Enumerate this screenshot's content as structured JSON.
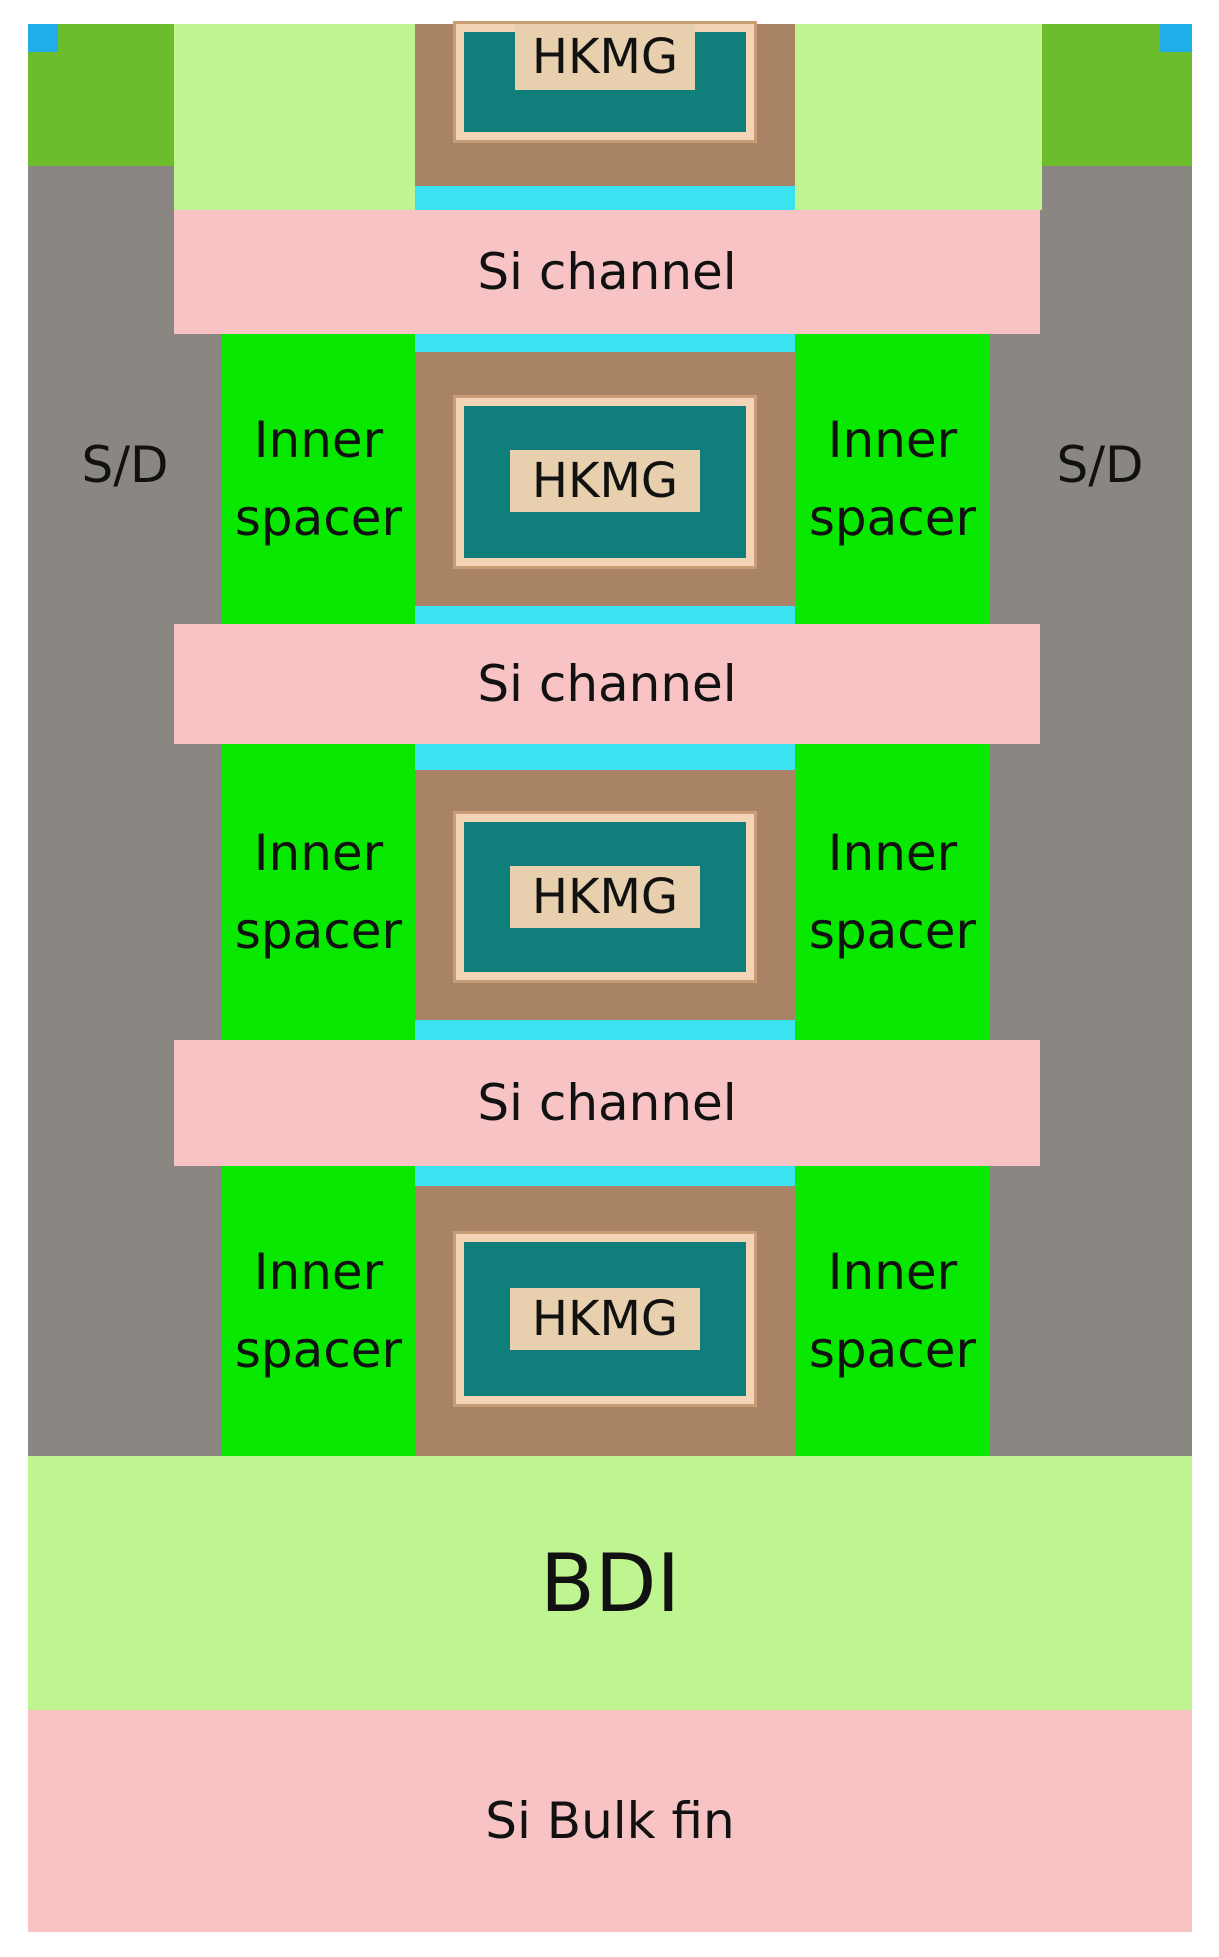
{
  "labels": {
    "hkmg": "HKMG",
    "si_channel": "Si channel",
    "inner_spacer_line1": "Inner",
    "inner_spacer_line2": "spacer",
    "sd": "S/D",
    "bdi": "BDI",
    "si_bulk_fin": "Si Bulk fin"
  },
  "colors": {
    "source_drain": "#8a8782",
    "top_contact": "#6bbd2c",
    "top_contact_edge": "#1faee8",
    "bdi": "#bff590",
    "si": "#f7c3c5",
    "inner_spacer": "#08e800",
    "interface_layer": "#3be3f2",
    "gate_outer": "#a98464",
    "gate_metal": "#107e7a",
    "hkmg_label_bg": "#e8cfae"
  }
}
